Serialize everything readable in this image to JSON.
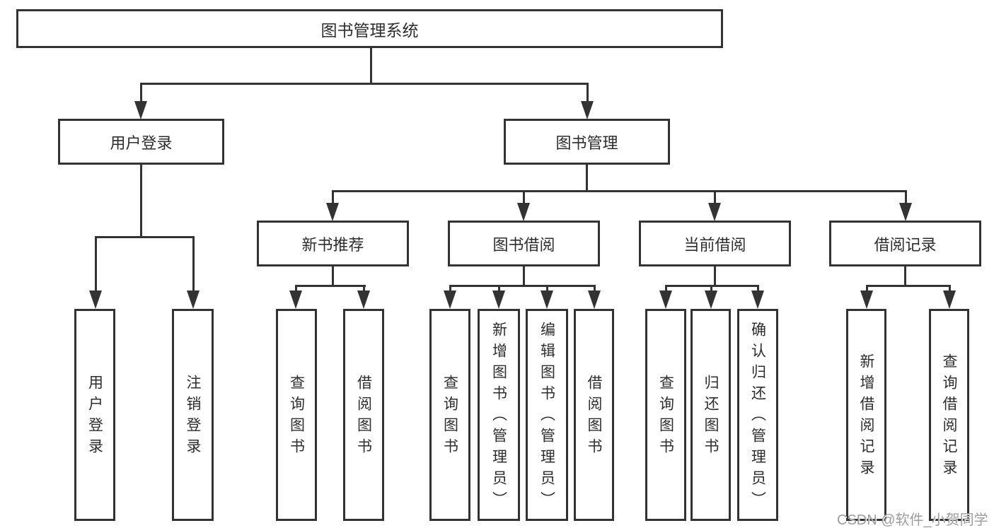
{
  "diagram": {
    "type": "hierarchy-tree",
    "root": {
      "label": "图书管理系统",
      "children": [
        {
          "label": "用户登录",
          "children": [
            {
              "label": "用户登录"
            },
            {
              "label": "注销登录"
            }
          ]
        },
        {
          "label": "图书管理",
          "children": [
            {
              "label": "新书推荐",
              "children": [
                {
                  "label": "查询图书"
                },
                {
                  "label": "借阅图书"
                }
              ]
            },
            {
              "label": "图书借阅",
              "children": [
                {
                  "label": "查询图书"
                },
                {
                  "label": "新增图书（管理员）"
                },
                {
                  "label": "编辑图书（管理员）"
                },
                {
                  "label": "借阅图书"
                }
              ]
            },
            {
              "label": "当前借阅",
              "children": [
                {
                  "label": "查询图书"
                },
                {
                  "label": "归还图书"
                },
                {
                  "label": "确认归还（管理员）"
                }
              ]
            },
            {
              "label": "借阅记录",
              "children": [
                {
                  "label": "新增借阅记录"
                },
                {
                  "label": "查询借阅记录"
                }
              ]
            }
          ]
        }
      ]
    },
    "watermark": {
      "text": "CSDN @软件_小贺同学"
    },
    "colors": {
      "line": "#333333",
      "box_border": "#333333",
      "box_background": "#ffffff",
      "text": "#2d2d2d",
      "watermark": "#9c9c9c",
      "background": "#ffffff"
    }
  }
}
